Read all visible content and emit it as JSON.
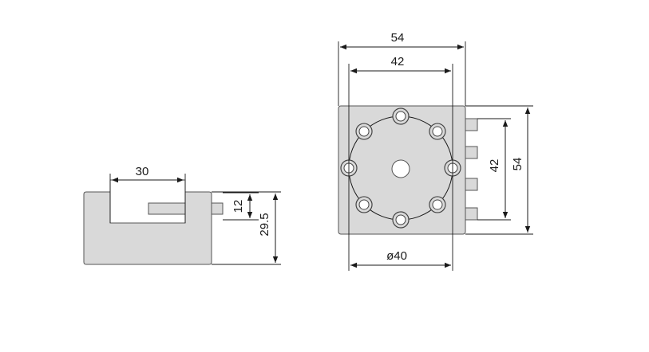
{
  "diagram": {
    "side_view": {
      "dims": {
        "width_top": "30",
        "pin_height": "12",
        "total_height": "29.5"
      }
    },
    "front_view": {
      "dims": {
        "outer_width": "54",
        "hole_spacing": "42",
        "right_spacing": "42",
        "right_height": "54",
        "circle_diameter": "ø40"
      },
      "terminal_count": 8
    },
    "colors": {
      "body": "#d9d9d9",
      "outline": "#555555",
      "line": "#1a1a1a"
    }
  }
}
